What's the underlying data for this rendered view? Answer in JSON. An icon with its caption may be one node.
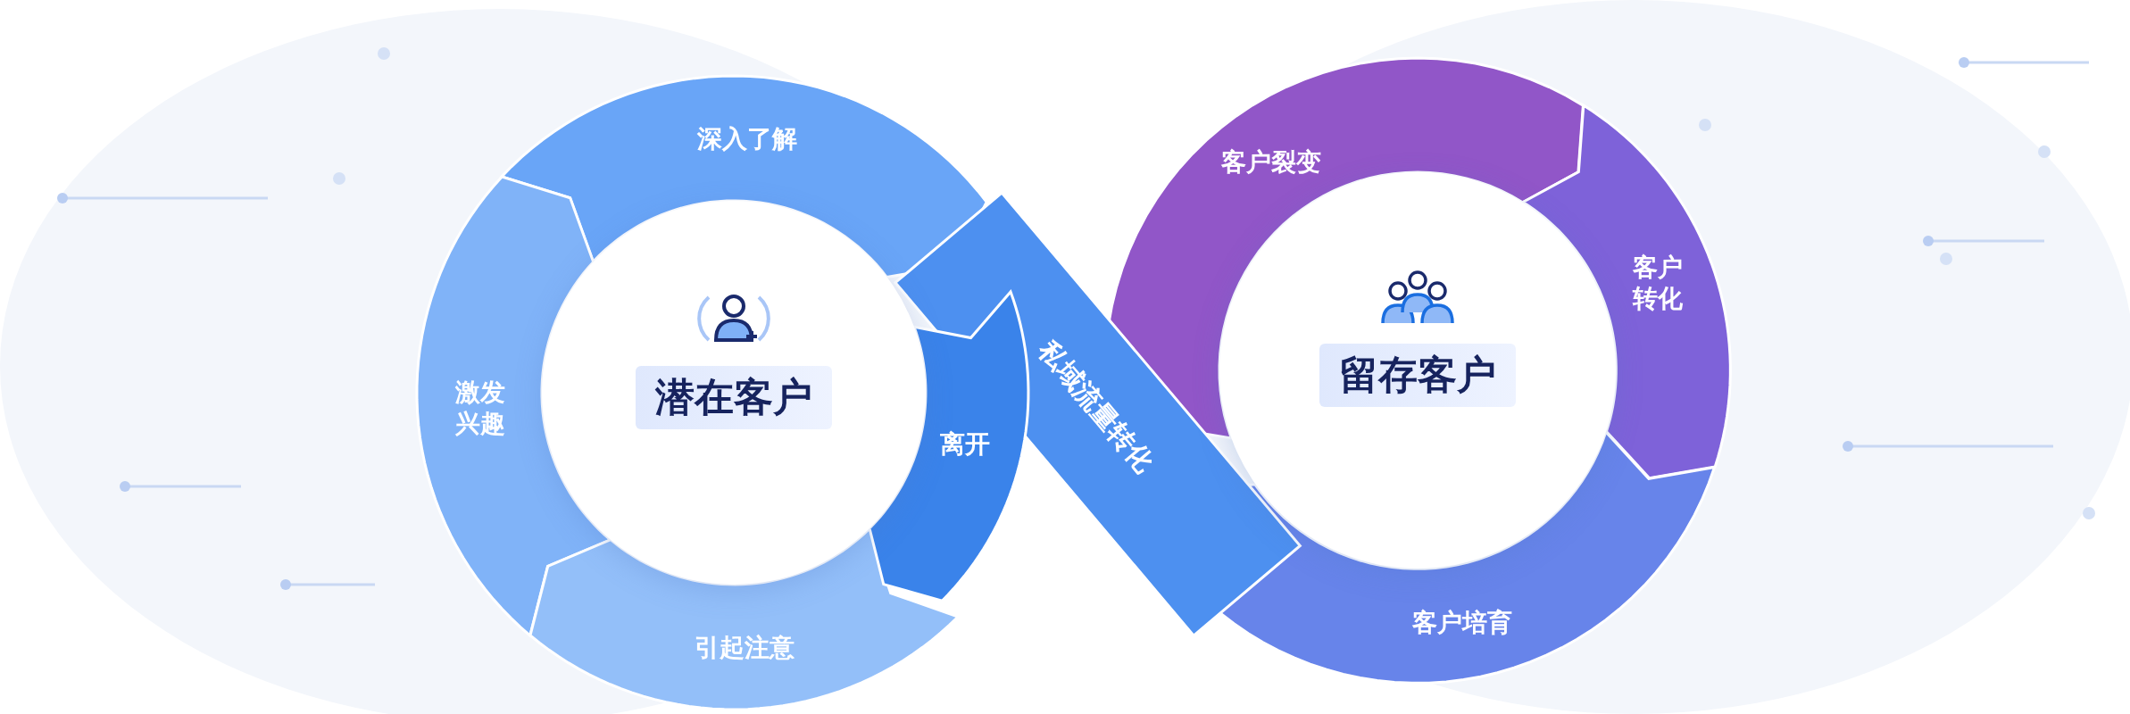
{
  "diagram": {
    "nodes": [
      {
        "text": [
          "潜在客户"
        ]
      },
      {
        "text": [
          "深入了解"
        ]
      },
      {
        "text": [
          "激发兴趣"
        ]
      },
      {
        "text": [
          "引起注意"
        ]
      },
      {
        "text": [
          "离开"
        ]
      },
      {
        "text": [
          "私域流量转化"
        ]
      },
      {
        "text": [
          "留存客户"
        ]
      },
      {
        "text": [
          "客户裂变"
        ]
      },
      {
        "text": [
          "客户转化"
        ]
      },
      {
        "text": [
          "客户培育"
        ]
      }
    ]
  }
}
